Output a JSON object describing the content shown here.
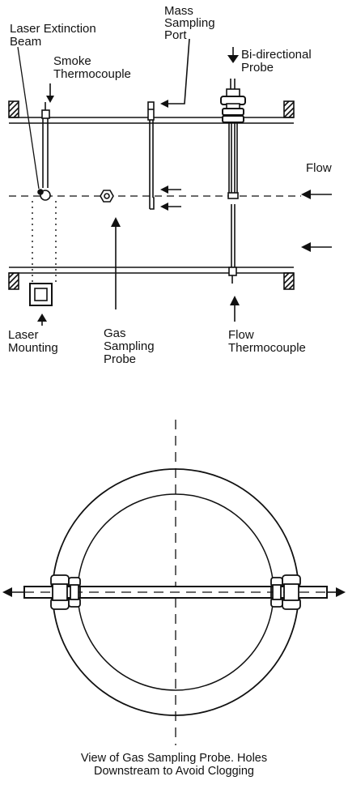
{
  "labels": {
    "laser_extinction_beam": "Laser Extinction\nBeam",
    "mass_sampling_port": "Mass\nSampling\nPort",
    "smoke_thermocouple": "Smoke\nThermocouple",
    "bidirectional_probe": "Bi-directional\nProbe",
    "flow": "Flow",
    "laser_mounting": "Laser\nMounting",
    "gas_sampling_probe": "Gas\nSampling\nProbe",
    "flow_thermocouple": "Flow\nThermocouple",
    "caption": "View of Gas Sampling Probe. Holes\nDownstream to Avoid Clogging"
  },
  "colors": {
    "ink": "#111111",
    "background": "#ffffff"
  }
}
